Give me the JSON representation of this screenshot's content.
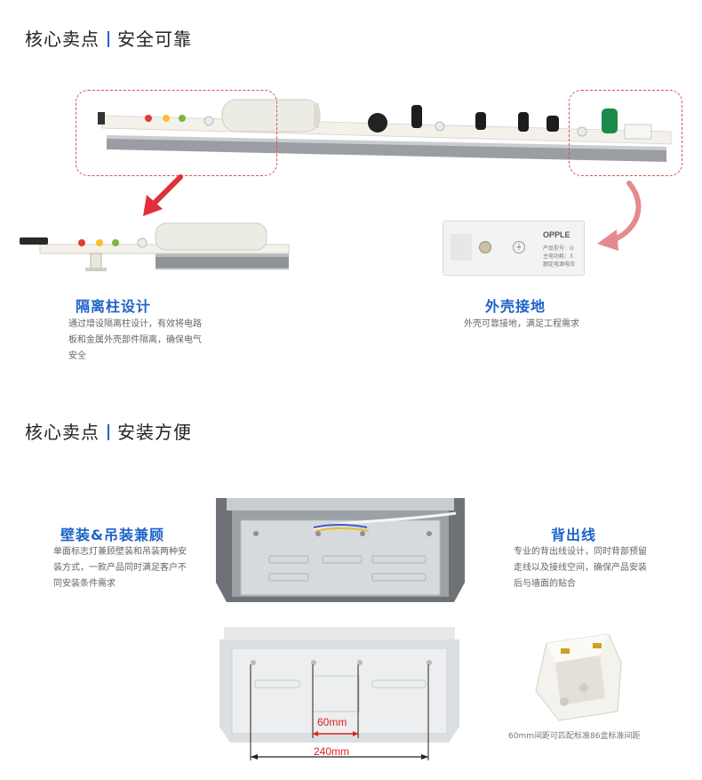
{
  "section1": {
    "title_main": "核心卖点",
    "title_sub": "安全可靠",
    "feature_left": {
      "title": "隔离柱设计",
      "desc_lines": [
        "通过增设隔离柱设计，有效将电路",
        "板和金属外壳部件隔离，确保电气",
        "安全"
      ]
    },
    "feature_right": {
      "title": "外壳接地",
      "desc": "外壳可靠接地，满足工程需求"
    },
    "label_brand": "OPPLE",
    "label_lines": [
      "产品型号：O",
      "主电功耗：3",
      "额定电源电压"
    ]
  },
  "section2": {
    "title_main": "核心卖点",
    "title_sub": "安装方便",
    "feature_left": {
      "title": "壁装&吊装兼顾",
      "desc_lines": [
        "单面标志灯兼顾壁装和吊装两种安",
        "装方式，一款产品同时满足客户不",
        "同安装条件需求"
      ]
    },
    "feature_right": {
      "title": "背出线",
      "desc_lines": [
        "专业的背出线设计，同时背部预留",
        "走线以及接线空间，确保产品安装",
        "后与墙面的贴合"
      ]
    },
    "measure_small": "60mm",
    "measure_large": "240mm",
    "box_caption": "60mm间距可匹配标准86盒标准间距"
  },
  "colors": {
    "accent_blue": "#1e63c8",
    "dash_red": "#d9534f",
    "arrow_red": "#e0303a",
    "measure_red": "#e02020"
  }
}
